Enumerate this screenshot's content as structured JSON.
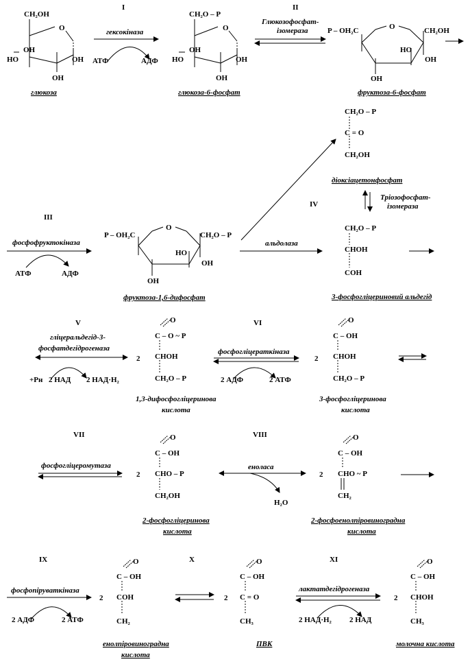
{
  "stages": {
    "s1": "I",
    "s2": "II",
    "s3": "III",
    "s4": "IV",
    "s5": "V",
    "s6": "VI",
    "s7": "VII",
    "s8": "VIII",
    "s9": "IX",
    "s10": "X",
    "s11": "XI"
  },
  "enzymes": {
    "hexokinase": "гексокіназа",
    "gpi_1": "Глюкозофосфат-",
    "gpi_2": "ізомераза",
    "pfk": "фосфофруктокіназа",
    "aldolase": "альдолаза",
    "tpi_1": "Тріозофосфат-",
    "tpi_2": "ізомераза",
    "gapdh_1": "гліцеральдегід-3-",
    "gapdh_2": "фосфатдегідрогеназа",
    "pgk": "фосфогліцераткіназа",
    "pgm": "фосфогліцеромутаза",
    "enolase": "еноласа",
    "pk": "фосфопіруваткіназа",
    "ldh": "лактатдегідрогеназа"
  },
  "cofactors": {
    "atf": "АТФ",
    "adf": "АДФ",
    "pn": "+Рн",
    "nad2": "2 НАД",
    "nadh2": "2 НАД·Н₂",
    "adf2": "2 АДФ",
    "atf2": "2 АТФ",
    "h2o": "Н₂О"
  },
  "compounds": {
    "glucose": "глюкоза",
    "g6p": "глюкоза-6-фосфат",
    "f6p": "фруктоза-6-фосфат",
    "fbp": "фруктоза-1,6-дифосфат",
    "dhap": "діоксіацетонфосфат",
    "gap": "3-фосфогліцериновий альдегід",
    "bpg_1": "1,3-дифосфогліцеринова",
    "bpg_2": "кислота",
    "pg3_1": "3-фосфогліцеринова",
    "pg3_2": "кислота",
    "pg2_1": "2-фосфогліцеринова",
    "pg2_2": "кислота",
    "pep_1": "2-фосфоенолпіровиноградна",
    "pep_2": "кислота",
    "enolpyr_1": "енолпіровиноградна",
    "enolpyr_2": "кислота",
    "pvk": "ПВК",
    "lactate": "молочна кислота"
  },
  "formula": {
    "ch2oh": "CH₂OH",
    "ch2op": "CH₂O – P",
    "oh": "OH",
    "ho": "HO",
    "o": "O",
    "p_och2c": "P – OH₂C",
    "co": "C = O",
    "choh": "CHOH",
    "coh": "COH",
    "c_op": "C – O ~ P",
    "c_oh": "C – OH",
    "cho_p": "CHO – P",
    "cho_p2": "CHO ~ P",
    "ch2": "CH₂",
    "ch3": "CH₃",
    "two": "2",
    "p_top": "P"
  }
}
